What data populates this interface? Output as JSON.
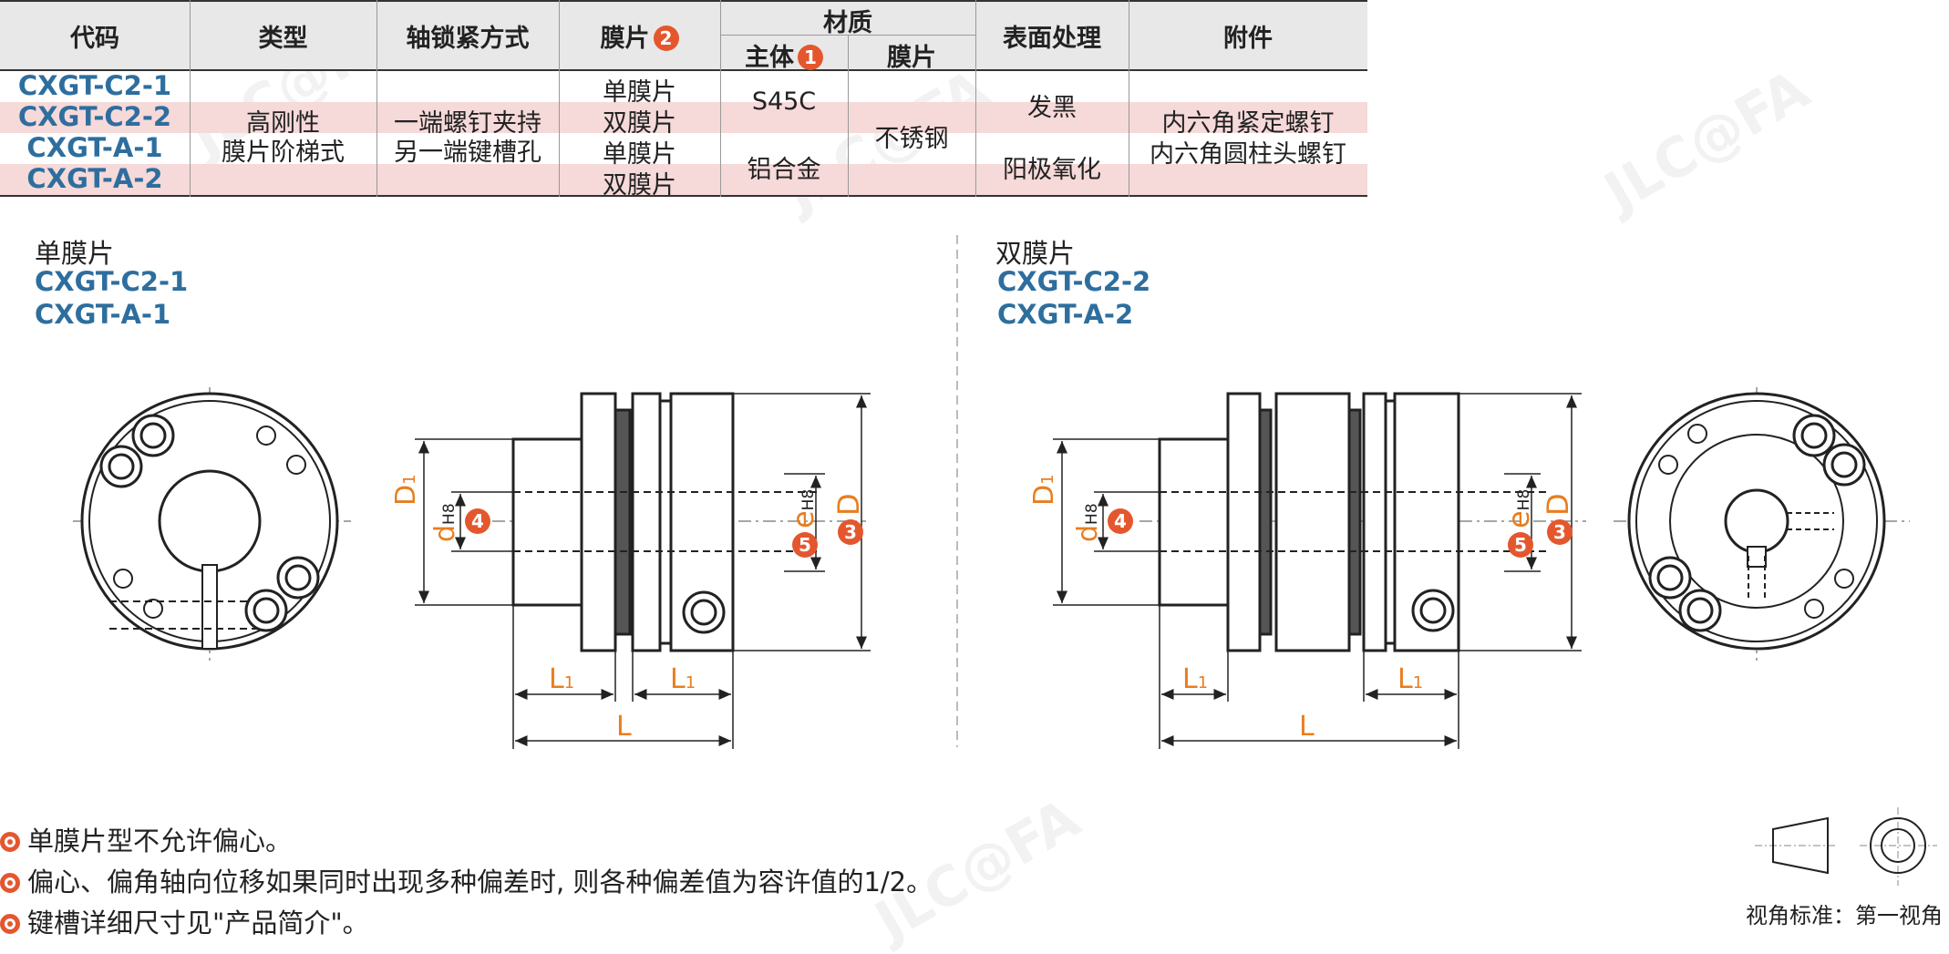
{
  "table": {
    "headers": {
      "code": "代码",
      "type": "类型",
      "lock": "轴锁紧方式",
      "diaphragm": "膜片",
      "diaphragm_badge": "2",
      "material": "材质",
      "body": "主体",
      "body_badge": "1",
      "material_diaphragm": "膜片",
      "surface": "表面处理",
      "accessory": "附件"
    },
    "rows": [
      {
        "code": "CXGT-C2-1",
        "diaphragm": "单膜片"
      },
      {
        "code": "CXGT-C2-2",
        "diaphragm": "双膜片"
      },
      {
        "code": "CXGT-A-1",
        "diaphragm": "单膜片"
      },
      {
        "code": "CXGT-A-2",
        "diaphragm": "双膜片"
      }
    ],
    "type_line1": "高刚性",
    "type_line2": "膜片阶梯式",
    "lock_line1": "一端螺钉夹持",
    "lock_line2": "另一端键槽孔",
    "body_steel": "S45C",
    "body_alu": "铝合金",
    "diaphragm_material": "不锈钢",
    "surface_black": "发黑",
    "surface_anod": "阳极氧化",
    "accessory_1": "内六角紧定螺钉",
    "accessory_2": "内六角圆柱头螺钉"
  },
  "left_section": {
    "title": "单膜片",
    "codes": [
      "CXGT-C2-1",
      "CXGT-A-1"
    ]
  },
  "right_section": {
    "title": "双膜片",
    "codes": [
      "CXGT-C2-2",
      "CXGT-A-2"
    ]
  },
  "dims": {
    "D1": "D",
    "D1_sub": "1",
    "d": "d",
    "d_sub": "H8",
    "e": "e",
    "e_sub": "H8",
    "D": "D",
    "L1": "L",
    "L1_sub": "1",
    "L": "L",
    "badge_d": "4",
    "badge_e": "5",
    "badge_D": "3"
  },
  "notes": [
    "单膜片型不允许偏心。",
    "偏心、偏角轴向位移如果同时出现多种偏差时, 则各种偏差值为容许值的1/2。",
    "键槽详细尺寸见\"产品简介\"。"
  ],
  "view_standard": "视角标准：第一视角",
  "colors": {
    "accent": "#e4572e",
    "code_blue": "#2e6e9e",
    "dim_orange": "#e87e1e",
    "row_pink": "#f6d9d9"
  }
}
